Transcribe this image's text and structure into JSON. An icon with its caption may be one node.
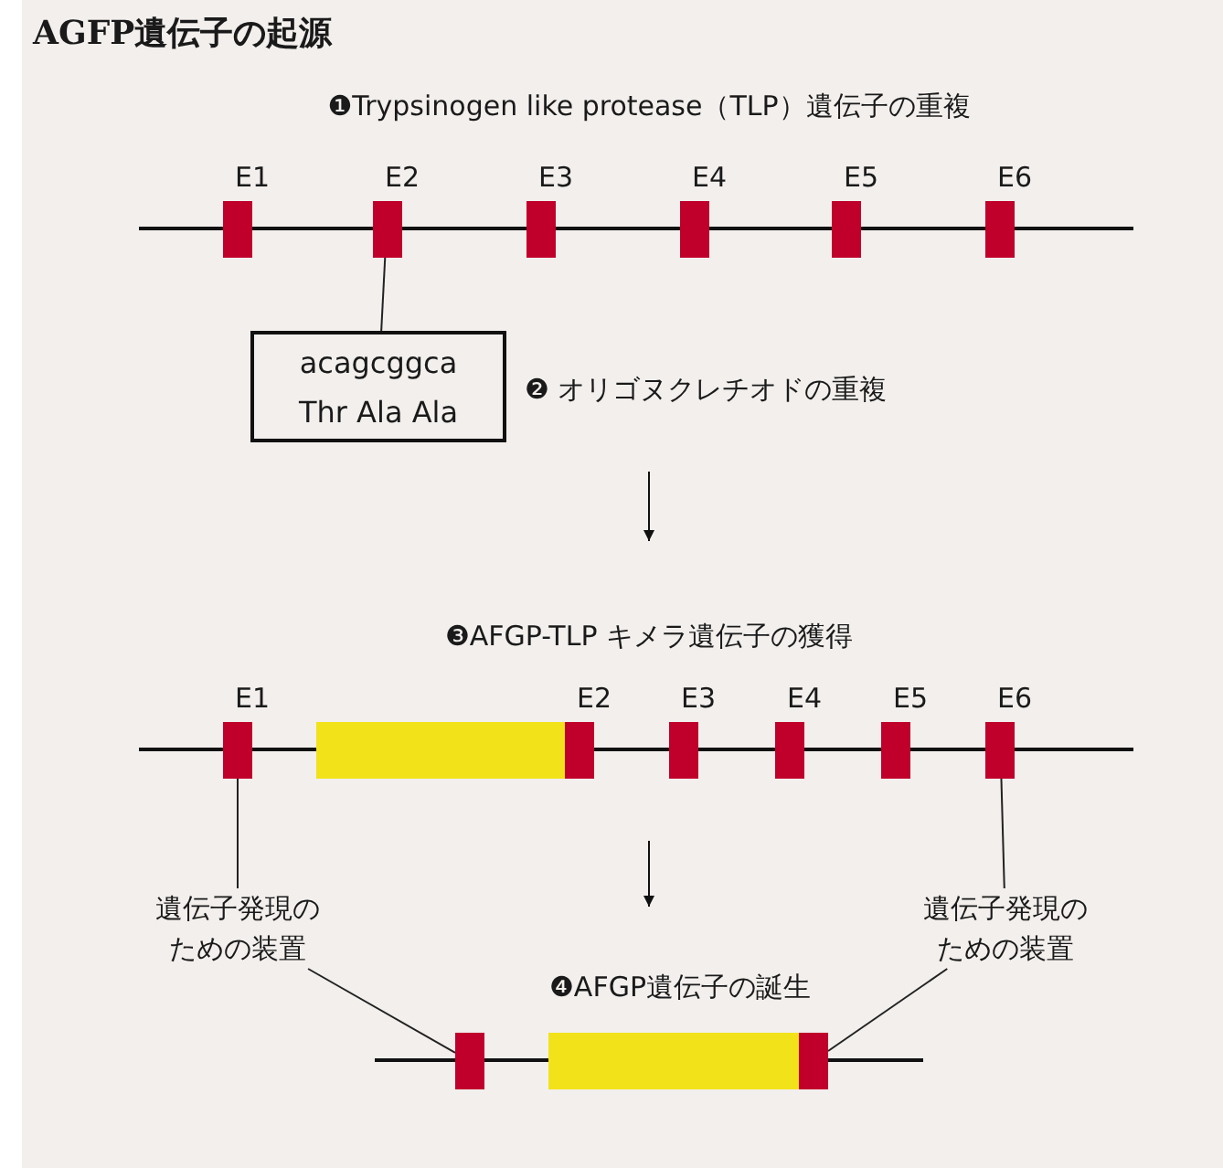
{
  "diagram": {
    "title": "AGFP遺伝子の起源",
    "nodes": [
      {
        "text": [
          "E1"
        ]
      },
      {
        "text": [
          "E2"
        ]
      },
      {
        "text": [
          "E3"
        ]
      },
      {
        "text": [
          "E4"
        ]
      },
      {
        "text": [
          "E5"
        ]
      },
      {
        "text": [
          "E6"
        ]
      },
      {
        "text": [
          "acagcggca",
          "Thr Ala Ala"
        ]
      },
      {
        "text": [
          "E1"
        ]
      },
      {
        "text": [],
        "shape": "bar"
      },
      {
        "text": [
          "E2"
        ]
      },
      {
        "text": [
          "E3"
        ]
      },
      {
        "text": [
          "E4"
        ]
      },
      {
        "text": [
          "E5"
        ]
      },
      {
        "text": [
          "E6"
        ]
      },
      {
        "text": [
          "遺伝子発現のための装置"
        ]
      },
      {
        "text": [
          "遺伝子発現のための装置"
        ]
      },
      {
        "text": [],
        "shape": "bar"
      },
      {
        "text": [],
        "shape": "bar"
      },
      {
        "text": [],
        "shape": "bar"
      }
    ],
    "edges": [
      {
        "from": 1,
        "to": 6,
        "arrow": "none"
      },
      {
        "from": 7,
        "to": 14,
        "arrow": "none"
      },
      {
        "from": 13,
        "to": 15,
        "arrow": "none"
      },
      {
        "from": 14,
        "to": 16,
        "arrow": "none"
      },
      {
        "from": 15,
        "to": 18,
        "arrow": "none"
      }
    ],
    "labels": [
      "❶Trypsinogen like protease（TLP）遺伝子の重複",
      "❷ オリゴヌクレチオドの重複",
      "❸AFGP-TLP キメラ遺伝子の獲得",
      "❹AFGP遺伝子の誕生"
    ]
  }
}
